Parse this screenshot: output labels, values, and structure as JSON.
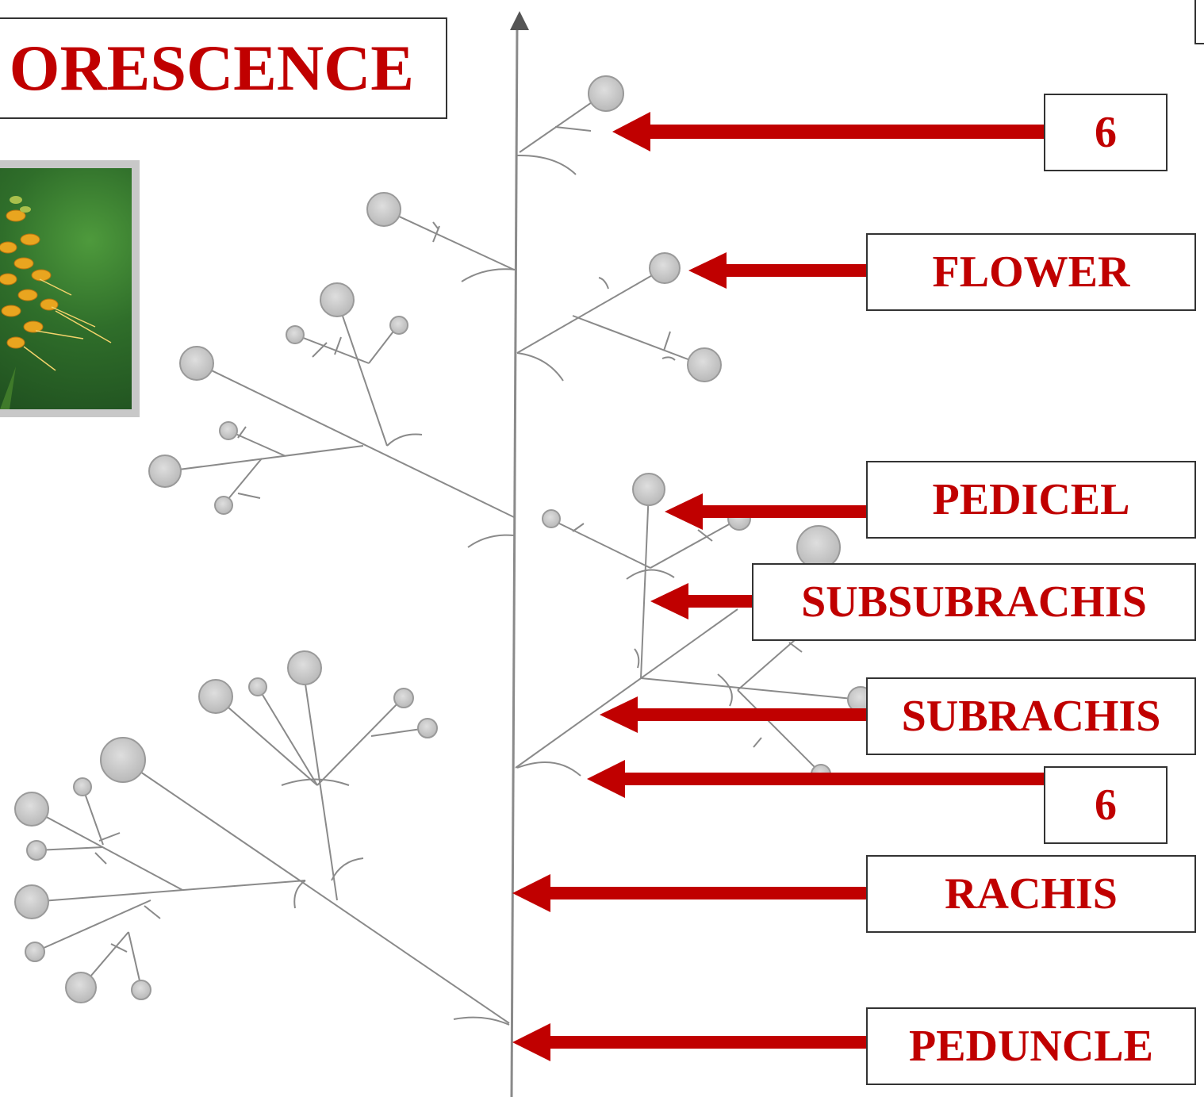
{
  "title": "ORESCENCE",
  "labels": {
    "top_bract": "6",
    "flower": "FLOWER",
    "pedicel": "PEDICEL",
    "subsubrachis": "SUBSUBRACHIS",
    "subrachis": "SUBRACHIS",
    "lower_bract": "6",
    "rachis": "RACHIS",
    "peduncle": "PEDUNCLE"
  },
  "colors": {
    "label_text": "#c00000",
    "arrow": "#c00000",
    "stem": "#8a8a8a",
    "flower_bud": "#cfcfcf"
  }
}
